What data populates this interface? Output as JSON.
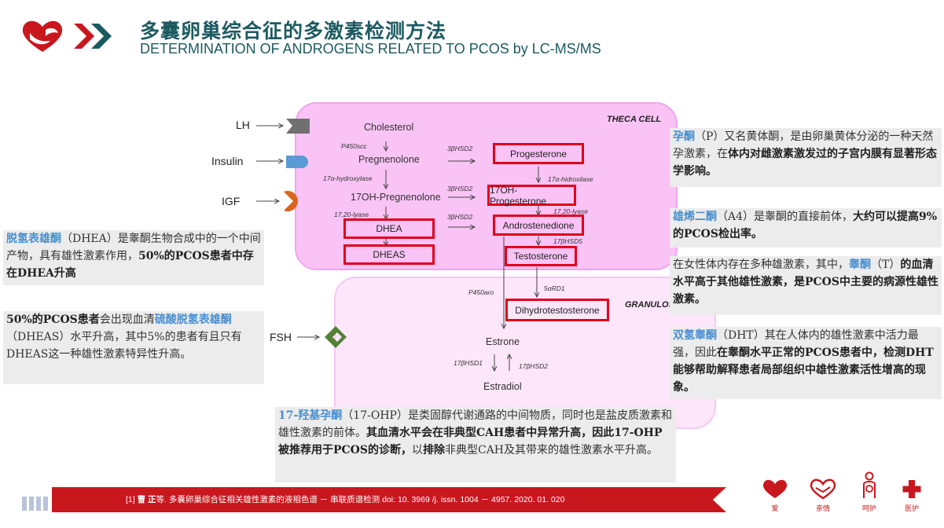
{
  "header": {
    "title_cn": "多囊卵巢综合征的多激素检测方法",
    "title_en": "DETERMINATION OF ANDROGENS RELATED TO PCOS by LC-MS/MS"
  },
  "diagram": {
    "theca_label": "THECA CELL",
    "granulosa_label": "GRANULOS",
    "hormones": {
      "lh": "LH",
      "insulin": "Insulin",
      "igf": "IGF",
      "fsh": "FSH"
    },
    "molecules": {
      "cholesterol": "Cholesterol",
      "pregnenolone": "Pregnenolone",
      "oh_pregnenolone": "17OH-Pregnenolone",
      "dhea": "DHEA",
      "dheas": "DHEAS",
      "progesterone": "Progesterone",
      "oh_progesterone": "17OH-Progesterone",
      "androstenedione": "Androstenedione",
      "testosterone": "Testosterone",
      "dht": "Dihydrotestosterone",
      "estrone": "Estrone",
      "estradiol": "Estradiol"
    },
    "enzymes": {
      "p450scc": "P450scc",
      "hydroxylase_a": "17α-hydroxylase",
      "lyase_a": "17,20-lyase",
      "hsd2_1": "3βHSD2",
      "hsd2_2": "3βHSD2",
      "hsd2_3": "3βHSD2",
      "hydroxilase_b": "17α-hidroxilase",
      "lyase_b": "17,20-lyase",
      "hsd5": "17βHSD5",
      "srd1": "5αRD1",
      "p450aro": "P450aro",
      "hsd1": "17βHSD1",
      "hsd2_e": "17βHSD2"
    }
  },
  "notes": {
    "dhea": {
      "hl": "脱氢表雄酮",
      "t1": "（DHEA）是睾酮生物合成中的一个中间产物，具有雄性激素作用，",
      "b1": "50%的PCOS患者中存在DHEA升高"
    },
    "dheas": {
      "b1": "50%的PCOS患者",
      "t1": "会出现血清",
      "hl": "硫酸脱氢表雄酮",
      "t2": "（DHEAS）水平升高，其中5%的患者有且只有DHEAS这一种雄性激素特异性升高。"
    },
    "progesterone": {
      "hl": "孕酮",
      "t1": "（P）又名黄体酮，是由卵巢黄体分泌的一种天然孕激素，在",
      "b1": "体内对雌激素激发过的子宫内膜有显著形态学影响。"
    },
    "androstenedione": {
      "hl": "雄烯二酮",
      "t1": "（A4）是睾酮的直接前体，",
      "b1": "大约可以提高9%的PCOS检出率。"
    },
    "testosterone": {
      "t1": "在女性体内存在多种雄激素，其中，",
      "hl": "睾酮",
      "t2": "（T）",
      "b1": "的血清水平高于其他雄性激素，是PCOS中主要的病源性雄性激素。"
    },
    "dht": {
      "hl": "双氢睾酮",
      "t1": "（DHT）其在人体内的雄性激素中活力最强，因此",
      "b1": "在睾酮水平正常的PCOS患者中，检测DHT能够帮助解释患者局部组织中雄性激素活性增高的现象。"
    },
    "ohp": {
      "hl": "17-羟基孕酮",
      "t1": "（17-OHP）是类固醇代谢通路的中间物质，同时也是盐皮质激素和雄性激素的前体。",
      "b1": "其血清水平会在非典型CAH患者中异常升高，因此17-OHP被推荐用于PCOS的诊断，",
      "t2": "以",
      "b2": "排除",
      "t3": "非典型CAH及其带来的雄性激素水平升高。"
    }
  },
  "footer": {
    "ref_prefix": "[1] ",
    "ref_author": "曹 正",
    "ref_text": "等. 多囊卵巢综合征相关雄性激素的液相色谱 － 串联质谱检测 doi: 10. 3969 /j. issn. 1004 － 4957. 2020. 01. 020",
    "icons": [
      "爱",
      "亲情",
      "呵护",
      "医护"
    ]
  },
  "colors": {
    "brand_red": "#c9171e",
    "title_teal": "#1c5a61",
    "highlight_blue": "#4a8fd0",
    "box_red": "#e0001b"
  }
}
